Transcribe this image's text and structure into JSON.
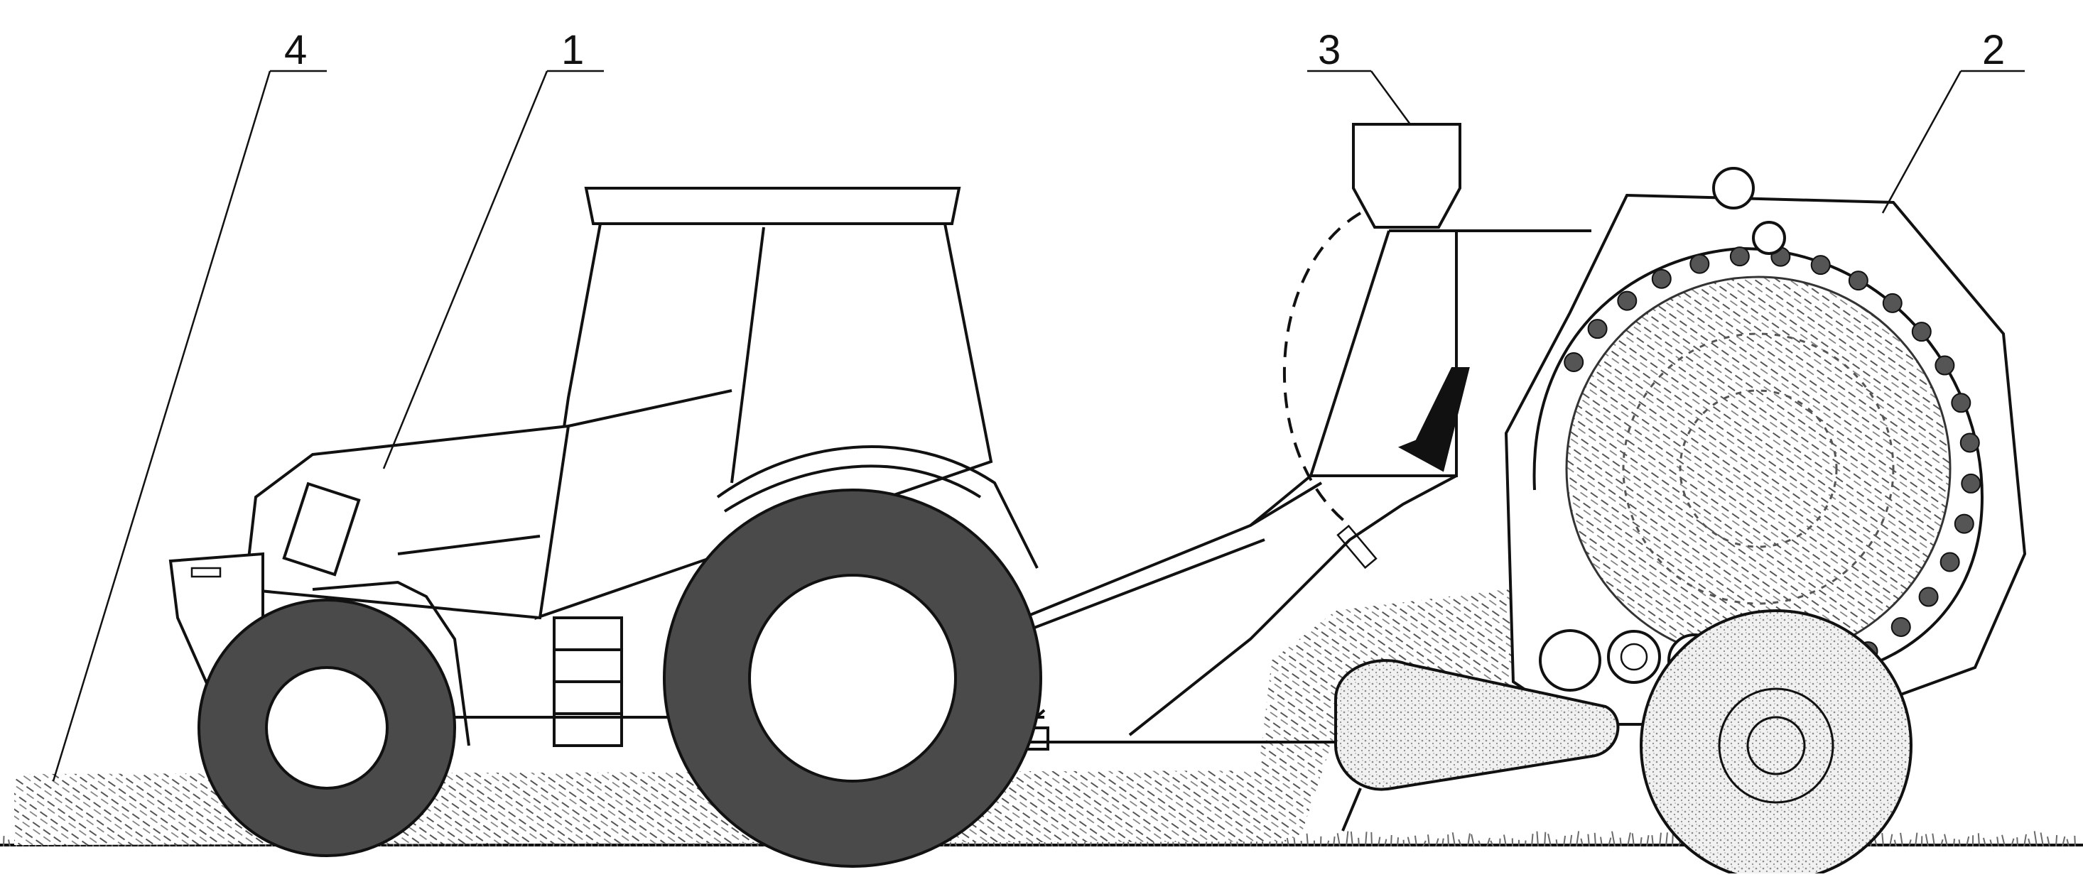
{
  "diagram": {
    "callouts": [
      {
        "id": "4",
        "label": "4"
      },
      {
        "id": "1",
        "label": "1"
      },
      {
        "id": "3",
        "label": "3"
      },
      {
        "id": "2",
        "label": "2"
      }
    ]
  },
  "colors": {
    "line": "#111111",
    "tire": "#4a4a4a",
    "hay": "#6b6b6b",
    "stipple": "#9a9a9a"
  }
}
